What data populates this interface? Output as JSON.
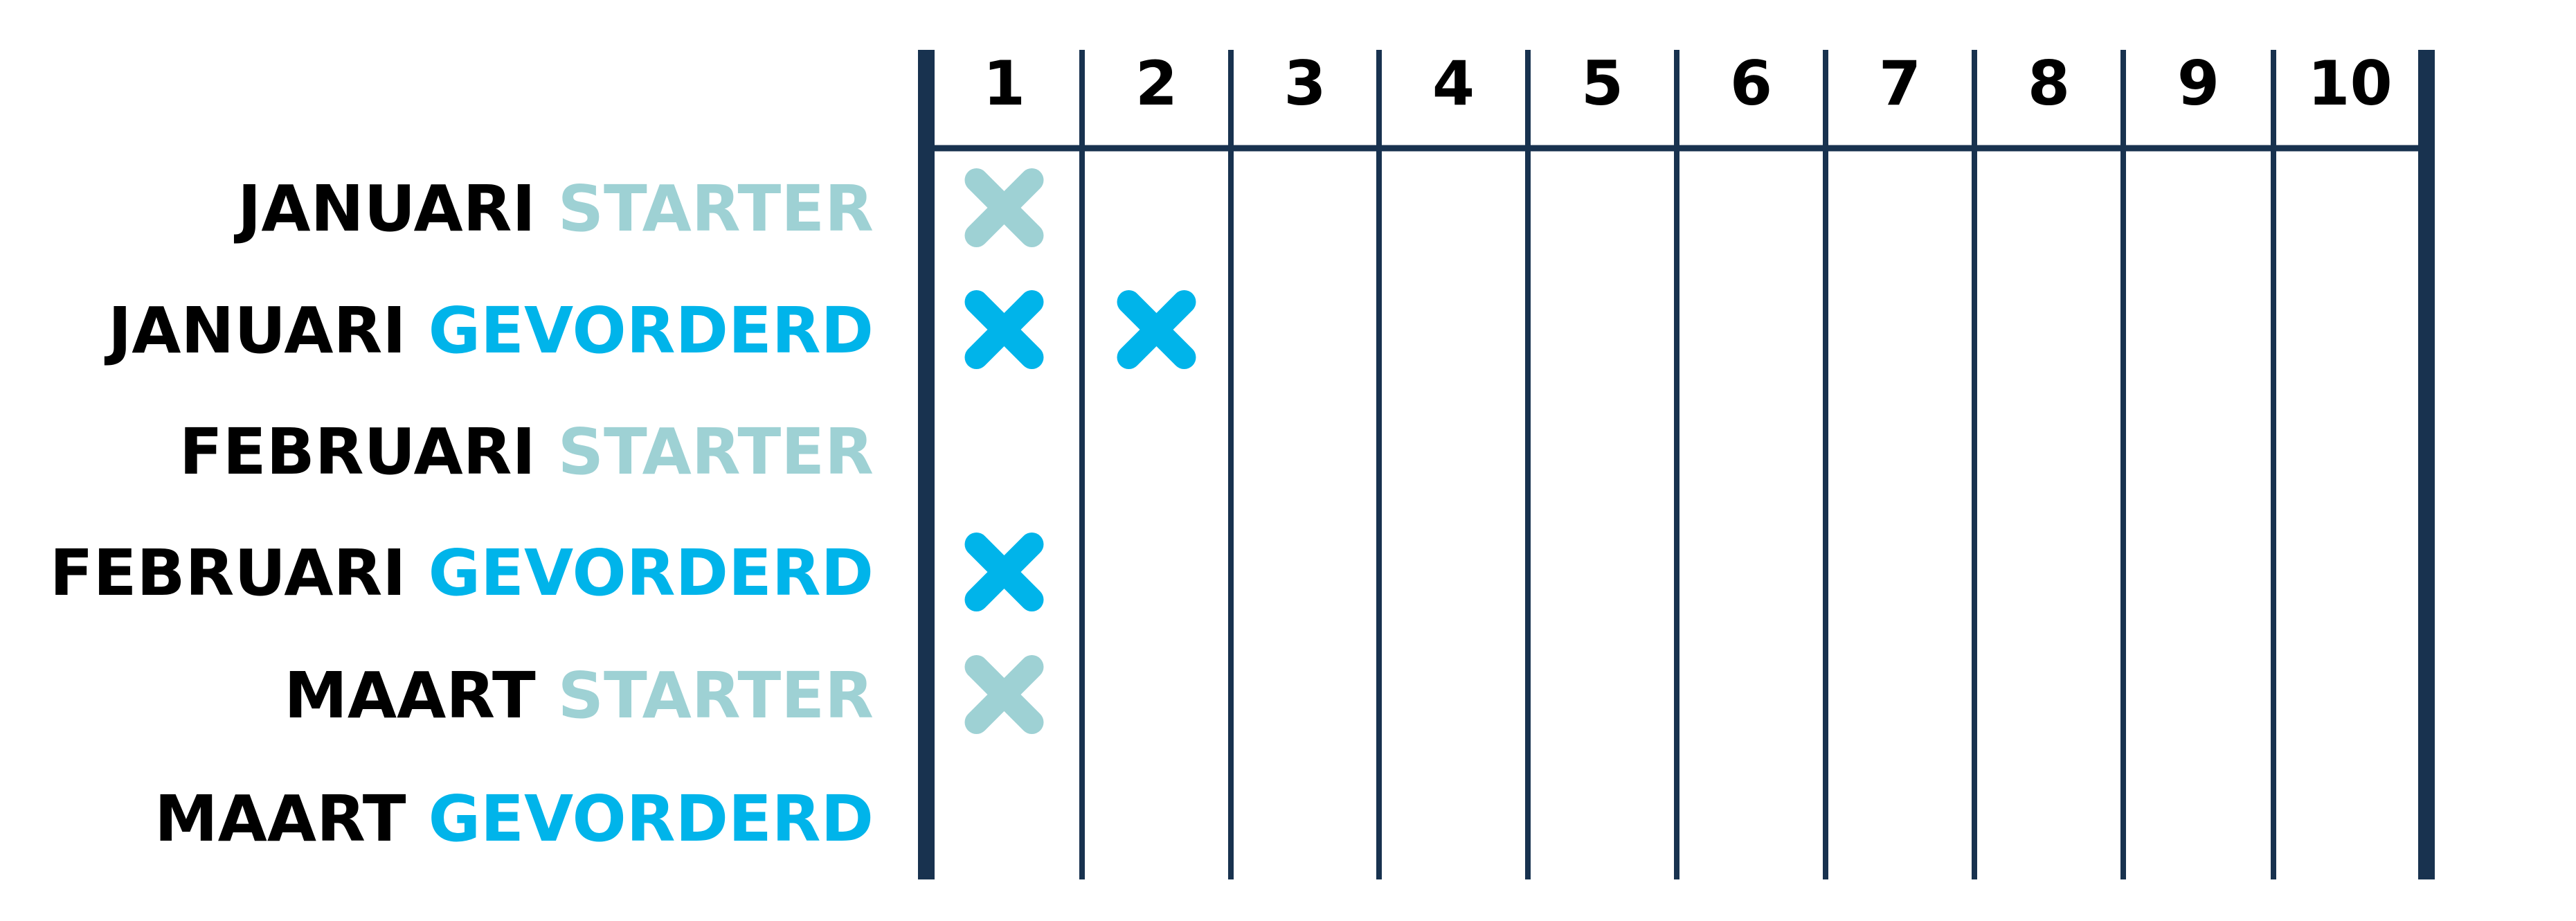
{
  "columns": [
    "1",
    "2",
    "3",
    "4",
    "5",
    "6",
    "7",
    "8",
    "9",
    "10"
  ],
  "rows": [
    {
      "month": "JANUARI",
      "level": "STARTER",
      "kind": "starter",
      "checked": [
        1
      ]
    },
    {
      "month": "JANUARI",
      "level": "GEVORDERD",
      "kind": "gevorderd",
      "checked": [
        1,
        2
      ]
    },
    {
      "month": "FEBRUARI",
      "level": "STARTER",
      "kind": "starter",
      "checked": []
    },
    {
      "month": "FEBRUARI",
      "level": "GEVORDERD",
      "kind": "gevorderd",
      "checked": [
        1
      ]
    },
    {
      "month": "MAART",
      "level": "STARTER",
      "kind": "starter",
      "checked": [
        1
      ]
    },
    {
      "month": "MAART",
      "level": "GEVORDERD",
      "kind": "gevorderd",
      "checked": []
    }
  ],
  "colors": {
    "month_text": "#000000",
    "starter": "#9ed1d4",
    "gevorderd": "#00b4ea",
    "grid": "#18324f",
    "header_text": "#000000"
  },
  "mark_icon": "cross-mark-icon"
}
